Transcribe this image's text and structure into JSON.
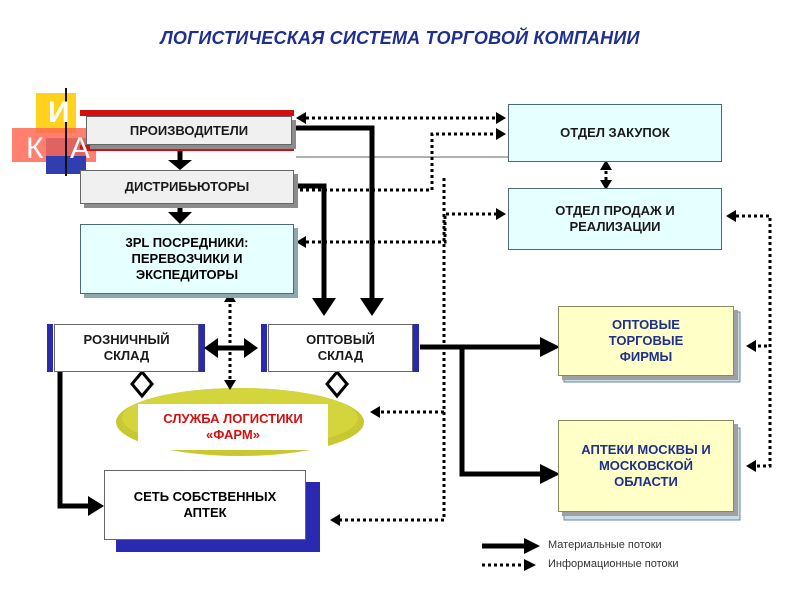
{
  "title": "ЛОГИСТИЧЕСКАЯ СИСТЕМА ТОРГОВОЙ КОМПАНИИ",
  "logo": {
    "letters": [
      "И",
      "К",
      "А"
    ]
  },
  "nodes": {
    "producers": "ПРОИЗВОДИТЕЛИ",
    "distributors": "ДИСТРИБЬЮТОРЫ",
    "intermediaries": "3PL ПОСРЕДНИКИ: ПЕРЕВОЗЧИКИ И ЭКСПЕДИТОРЫ",
    "retail_warehouse": "РОЗНИЧНЫЙ СКЛАД",
    "wholesale_warehouse": "ОПТОВЫЙ СКЛАД",
    "logistics_service": "СЛУЖБА ЛОГИСТИКИ «ФАРМ»",
    "own_pharmacies": "СЕТЬ СОБСТВЕННЫХ АПТЕК",
    "purchasing_dept": "ОТДЕЛ ЗАКУПОК",
    "sales_dept": "ОТДЕЛ ПРОДАЖ И РЕАЛИЗАЦИИ",
    "wholesale_firms": "ОПТОВЫЕ ТОРГОВЫЕ ФИРМЫ",
    "moscow_pharmacies": "АПТЕКИ МОСКВЫ И МОСКОВСКОЙ ОБЛАСТИ"
  },
  "legend": {
    "material": "Материальные потоки",
    "information": "Информационные потоки"
  },
  "colors": {
    "title": "#1f2f8f",
    "red_accent": "#d31010",
    "blue_accent": "#2a2ab0",
    "cyan_fill": "#e6ffff",
    "yellow_fill": "#ffffc8",
    "oval_fill": "#c8c832"
  }
}
